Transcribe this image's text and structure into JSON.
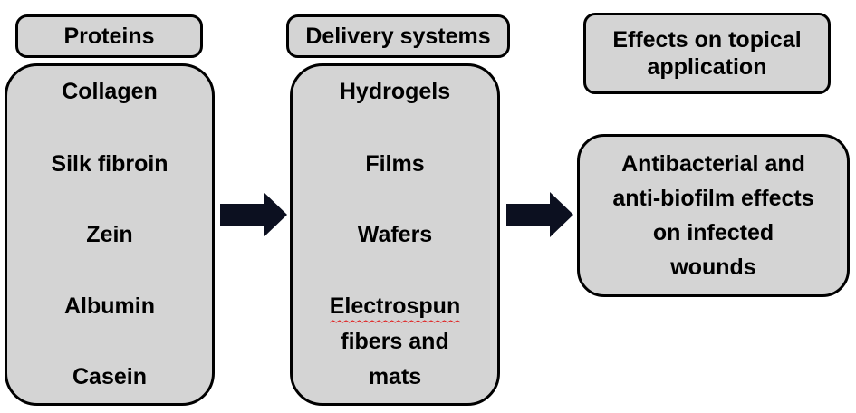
{
  "columns": [
    {
      "header": [
        "Proteins"
      ],
      "items": [
        [
          "Collagen"
        ],
        [
          "Silk fibroin"
        ],
        [
          "Zein"
        ],
        [
          "Albumin"
        ],
        [
          "Casein"
        ]
      ]
    },
    {
      "header": [
        "Delivery systems"
      ],
      "items": [
        [
          "Hydrogels"
        ],
        [
          "Films"
        ],
        [
          "Wafers"
        ],
        [
          "Electrospun",
          "fibers and",
          "mats"
        ]
      ]
    },
    {
      "header": [
        "Effects on topical",
        "application"
      ],
      "items": [
        [
          "Antibacterial and",
          "anti-biofilm effects",
          "on infected",
          "wounds"
        ]
      ]
    }
  ],
  "colors": {
    "box_fill": "#d4d4d4",
    "border": "#000000",
    "arrow": "#0c1020",
    "spellcheck_underline": "#e02020"
  },
  "icons": [
    "right-arrow-icon",
    "right-arrow-icon"
  ]
}
